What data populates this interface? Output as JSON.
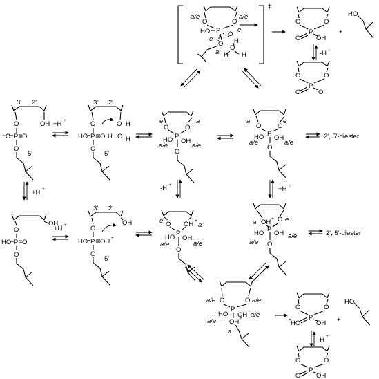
{
  "labels": {
    "ae": "a/e",
    "a": "a",
    "e": "e",
    "P": "P",
    "O": "O",
    "OH": "OH",
    "HO": "HO",
    "H": "H",
    "Ominus": "O",
    "minus": "−",
    "plus": "+",
    "Hplus": "+H",
    "minusH": "-H",
    "OHplus": "OH",
    "OHplus_sup": "+",
    "Hsup": "+",
    "threeprime": "3′",
    "twoprime": "2′",
    "fiveprime": "5′",
    "dagger": "‡",
    "diester": "2′, 5′-diester",
    "Oeq": "O=",
    "PeqO": "P=O",
    "HOP": "HO–P",
    "OP": "O–P",
    "Ominus_minus": "⁻O"
  },
  "colors": {
    "ink": "#000000",
    "background": "#ffffff"
  }
}
